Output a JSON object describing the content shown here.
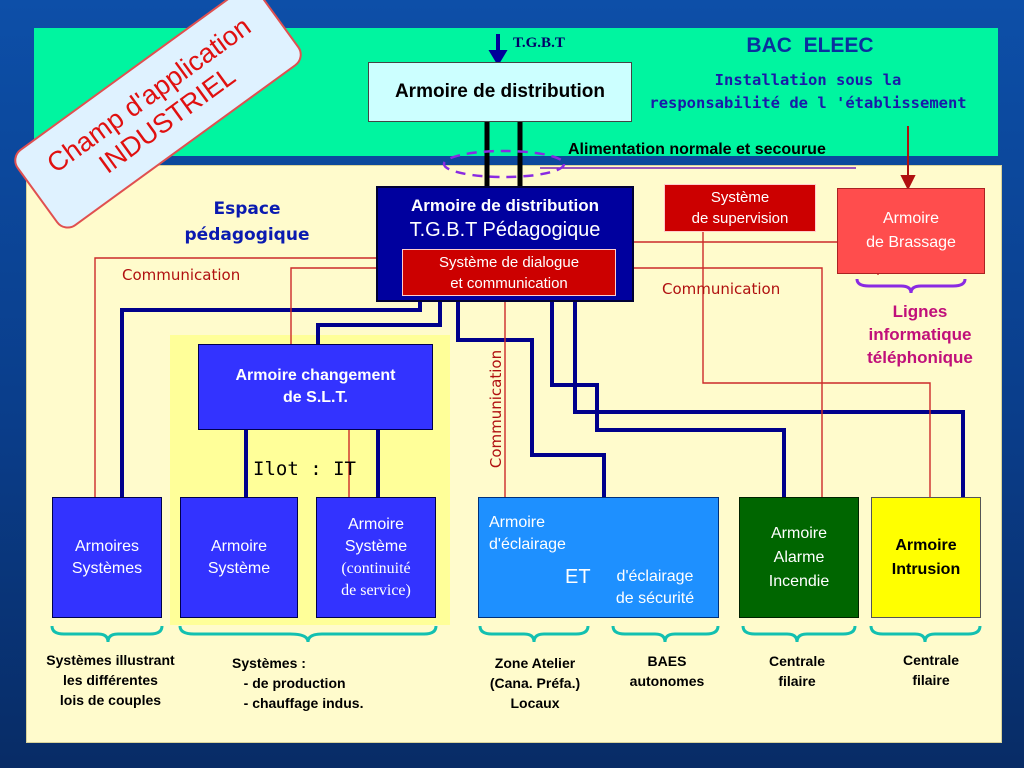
{
  "colors": {
    "background": "#0b47a0",
    "green_band": "#00f5a0",
    "yellow_panel": "#fffbcc",
    "ilot_panel": "#ffff99",
    "blue_box": "#3333ff",
    "navy_box": "#00009e",
    "red_box": "#cc0000",
    "salmon_box": "#ff4d4d",
    "light_blue_box": "#1e90ff",
    "green_box": "#006600",
    "yellow_box": "#ffff00",
    "wire_blue": "#00008b",
    "wire_red": "#cc2a2a",
    "brace_teal": "#13c0b0",
    "brace_purple": "#8a2be2"
  },
  "header": {
    "badge": "Champ d'application\nINDUSTRIEL",
    "tgbt_label": "T.G.B.T",
    "title": "BAC  ELEEC",
    "subtitle": "Installation sous la\nresponsabilité de l 'établissement",
    "armoire_distribution": "Armoire de distribution",
    "alimentation": "Alimentation normale et secourue"
  },
  "main": {
    "espace": "Espace\npédagogique",
    "tgbt_box": {
      "line1": "Armoire de distribution",
      "line2": "T.G.B.T Pédagogique",
      "dialog": "Système de dialogue\net communication"
    },
    "supervision": "Système\nde supervision",
    "brassage": "Armoire\nde Brassage",
    "lignes": "Lignes\ninformatique\ntéléphonique",
    "communication_left": "Communication",
    "communication_right": "Communication",
    "communication_vertical": "Communication",
    "slt": "Armoire changement\nde S.L.T.",
    "ilot": "Ilot : IT"
  },
  "cabinets": {
    "systemes": "Armoires\nSystèmes",
    "systeme": "Armoire\nSystème",
    "continuite_title": "Armoire\nSystème",
    "continuite_sub": "(continuité\nde service)",
    "eclairage_a": "Armoire\nd'éclairage",
    "eclairage_et": "ET",
    "eclairage_b": "d'éclairage\nde sécurité",
    "incendie": "Armoire\nAlarme\nIncendie",
    "intrusion": "Armoire\nIntrusion"
  },
  "footer": {
    "f1": "Systèmes illustrant\nles différentes\nlois de couples",
    "f2": "Systèmes :\n   - de production\n   - chauffage indus.",
    "f3": "Zone Atelier\n(Cana. Préfa.)\nLocaux",
    "f4": "BAES\nautonomes",
    "f5": "Centrale\nfilaire",
    "f6": "Centrale\nfilaire"
  }
}
